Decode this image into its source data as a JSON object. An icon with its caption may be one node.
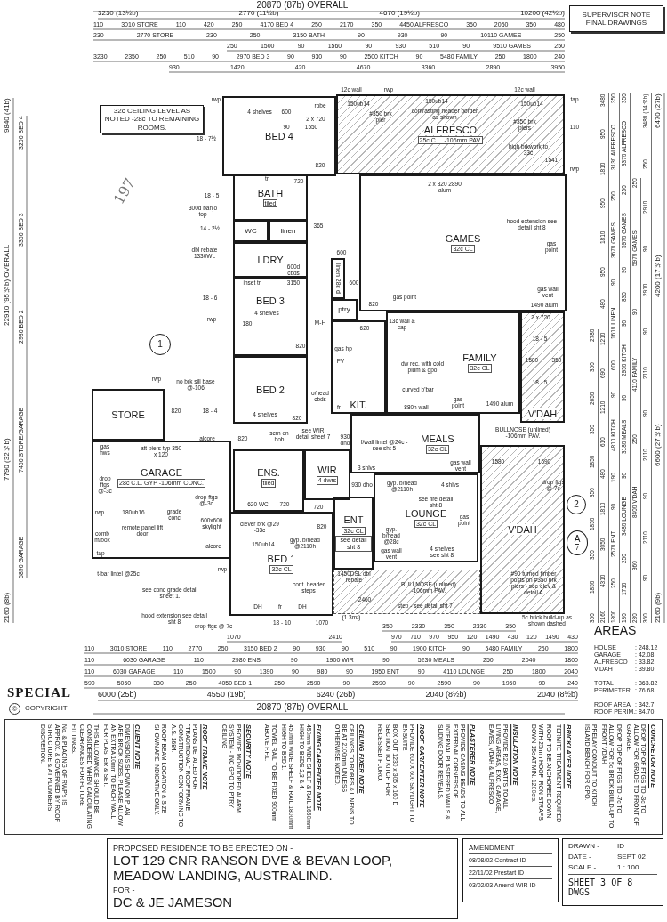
{
  "diagram": {
    "nodes": [
      {
        "text": [
          "SUPERVISOR NOTE FINAL DRAWINGS"
        ]
      },
      {
        "text": [
          "32c CEILING LEVEL AS NOTED -28c TO REMAINING ROOMS."
        ]
      },
      {
        "text": [
          "BED 4"
        ]
      },
      {
        "text": [
          "ALFRESCO",
          "25c C.L. -106mm PAV."
        ]
      },
      {
        "text": [
          "BATH",
          "tiled"
        ]
      },
      {
        "text": [
          "WC"
        ]
      },
      {
        "text": [
          "linen"
        ]
      },
      {
        "text": [
          "LDRY"
        ]
      },
      {
        "text": [
          "BED 3"
        ]
      },
      {
        "text": [
          "BED 2"
        ]
      },
      {
        "text": [
          "GAMES",
          "32c CL"
        ]
      },
      {
        "text": [
          "linen 28c d"
        ]
      },
      {
        "text": [
          "ptry"
        ]
      },
      {
        "text": [
          "KIT."
        ]
      },
      {
        "text": [
          "FAMILY",
          "32c CL"
        ]
      },
      {
        "text": [
          "V'DAH"
        ]
      },
      {
        "text": [
          "STORE"
        ]
      },
      {
        "text": [
          "GARAGE",
          "28c C.L. GYP -106mm CONC."
        ]
      },
      {
        "text": [
          "MEALS",
          "32c CL"
        ]
      },
      {
        "text": [
          "ENS.",
          "tiled"
        ]
      },
      {
        "text": [
          "WIR",
          "4 dwrs"
        ]
      },
      {
        "text": [
          "ENT",
          "32c CL",
          "see detail sht 8"
        ]
      },
      {
        "text": [
          "LOUNGE",
          "32c CL"
        ]
      },
      {
        "text": [
          "BED 1",
          "32c CL"
        ]
      },
      {
        "text": [
          "V'DAH"
        ]
      },
      {
        "text": [
          "1"
        ]
      },
      {
        "text": [
          "2"
        ]
      },
      {
        "text": [
          "A",
          "7"
        ]
      },
      {
        "text": [],
        "shape": "box"
      },
      {
        "text": [
          "CONCRETOR NOTE",
          "DROP TOP OF FTGS TO -3c TO ALLOW FOR GRADE TO FRONT OF GARAGE.",
          "DROP TOP OF FTGS TO -7c TO ALLOW FOR 5c BRICK BUILD-UP TO FRONT VDAH",
          "PRELAY CONDUIT TO KITCH ISLAND BENCH FOR GPO."
        ],
        "in": 28
      },
      {
        "text": [
          "BRICKLAYER NOTE",
          "TERMITE TREATMENT REQUIRED",
          "ROOF TO BE ANCHORED DOWN WITH 25mm HOOP IRON STRAPS DOWN 15c AT MIN. 1200cts."
        ],
        "in": 28
      },
      {
        "text": [
          "INSULATION NOTE",
          "PROVIDE R2.0 BATTS TO ALL LIVING AREAS, EXC. GARAGE, EAVES, VDAH & ALFRESCO."
        ],
        "in": 28
      },
      {
        "text": [
          "PLASTERER NOTE",
          "PROVIDE CASING BEADS TO ALL EXTERNAL CORNERS OF INTERNAL PLASTERED WALLS & SLIDING DOOR REVEALS."
        ],
        "in": 28
      },
      {
        "text": [
          "ROOF CARPENTER NOTE",
          "PROVIDE 600 X 600 SKYLIGHT TO ENSUITE",
          "BOX OUT 1230 x 305 x 160 D SECTION TO KITCH FOR RECESSED FLURO."
        ],
        "in": 28
      },
      {
        "text": [
          "CEILING FIXER NOTE",
          "CEILINGS TO ROBES & LINENS TO BE AT 2100mm UNLESS OTHERWISE NOTED."
        ],
        "in": 28
      },
      {
        "text": [
          "FIXING CARPENTER NOTE",
          "450mm WIDE SHELF & RAIL 1650mm HIGH TO BEDS 2,3 & 4.",
          "450mm WIDE SHELF & RAIL 1800mm HIGH TO BED 1.",
          "TOWEL RAIL TO BE FIXED 900mm ABOVE F.F.L."
        ],
        "in": 28
      },
      {
        "text": [
          "SECURITY NOTE",
          "PROVIDE MONITORED ALARM SYSTEM - INC GPO TO PTRY CEILING"
        ],
        "in": 28
      },
      {
        "text": [
          "ROOF FRAME NOTE",
          "PLANS DETAILED FOR \"TRADITIONAL\" ROOF FRAME CONSTRUCTION CONFORMING TO A.S. 1684.",
          "ROOF BEAM LOCATION & SIZE SHOWN ARE INDICATIVE ONLY."
        ],
        "in": 28
      },
      {
        "text": [
          "CLIENT NOTE",
          "DIMENSIONS SHOWN ON PLAN ARE BRICK SIZES. PLEASE ALLOW AN EXTRA 10mm TO EACH WALL FOR PLASTER & SET.",
          "THIS ALLOWANCE SHOULD BE CONSIDERED WHEN CALCULATING CLEARANCES FOR FUTURE FITTINGS.",
          "No. & PLACING OF RWP's IS APPROX. & GOVERNED BY ROOF STRUCTURE & AT PLUMBERS DISCRETION."
        ],
        "in": 28
      },
      {
        "text": [
          "PROPOSED RESIDENCE TO BE ERECTED ON -",
          "LOT 129 CNR RANSON DVE & BEVAN LOOP, MEADOW LANDING, AUSTRALIND.",
          "FOR -",
          "DC & JE JAMESON"
        ]
      },
      {
        "text": [
          "AMENDMENT",
          "08/08/02 Contract ID",
          "22/11/02 Prestart ID",
          "03/02/03 Amend WIR ID"
        ]
      },
      {
        "text": [
          "DRAWN -",
          "ID",
          "DATE -",
          "SEPT 02",
          "SCALE -",
          "1 : 100",
          "SHEET 3 OF 8 DWGS"
        ]
      }
    ],
    "labels": [
      "20870 (87b) OVERALL",
      "3230 (13½b)",
      "2770 (11½b)",
      "4670 (19½b)",
      "10200 (42½b)",
      "110",
      "3010 STORE",
      "110",
      "420",
      "250",
      "4170 BED 4",
      "250",
      "2170",
      "350",
      "4450 ALFRESCO",
      "350",
      "2050",
      "350",
      "480",
      "230",
      "2770 STORE",
      "230",
      "250",
      "3150 BATH",
      "90",
      "930",
      "90",
      "10110 GAMES",
      "250",
      "250",
      "1500",
      "90",
      "1560",
      "90",
      "930",
      "510",
      "90",
      "9510 GAMES",
      "250",
      "3230",
      "2350",
      "250",
      "510",
      "90",
      "2970 BED 3",
      "90",
      "930",
      "90",
      "2500 KITCH",
      "90",
      "5480 FAMILY",
      "250",
      "1800",
      "240",
      "930",
      "1420",
      "420",
      "4670",
      "3360",
      "2890",
      "3950",
      "2160 (8b)",
      "7790 (32½b)",
      "22910 (95½b) OVERALL",
      "9840 (41b)",
      "5890 GARAGE",
      "7460 STORE/GARAGE",
      "2980 BED 2",
      "3360 BED 3",
      "3200 BED 4",
      "350",
      "1850",
      "350",
      "1850",
      "350",
      "1850",
      "350",
      "2650",
      "350",
      "2780",
      "2160",
      "4310",
      "3050",
      "1810",
      "480",
      "610",
      "1210",
      "690",
      "1210",
      "480",
      "950",
      "1810",
      "950",
      "1810",
      "950",
      "3480",
      "1800",
      "250",
      "2570 ENT",
      "90",
      "190",
      "4810 KITCH",
      "90",
      "600",
      "1610 LINEN",
      "90",
      "3670 GAMES",
      "250",
      "3130 ALFRESCO",
      "350",
      "130",
      "1710",
      "250",
      "3480 LOUNGE",
      "90",
      "3180 MEALS",
      "90",
      "2950 KITCH",
      "90",
      "830",
      "90",
      "5970 GAMES",
      "250",
      "3370 ALFRESCO",
      "350",
      "230",
      "360",
      "8400 V'DAH",
      "250",
      "4110 FAMILY",
      "90",
      "5970 GAMES",
      "250",
      "360",
      "90",
      "2110",
      "90",
      "2110",
      "90",
      "2110",
      "90",
      "2910",
      "90",
      "2910",
      "250",
      "3480 (14½b)",
      "2160 (9b)",
      "6600 (27½b)",
      "4200 (17½b)",
      "6470 (27b)",
      "12c wall",
      "rwp",
      "12c wall",
      "rwp",
      "150ub14",
      "#350 brk pier",
      "150ub14",
      "contrasting header border as shown",
      "150ub14",
      "#350 brk piers",
      "high brkwork to 33c",
      "1541",
      "tap",
      "110",
      "rwp",
      "4 shelves",
      "600",
      "robe",
      "2 x 720",
      "90",
      "1550",
      "18 - 7½",
      "820",
      "197",
      "tr",
      "720",
      "18 - 5",
      "300d banjo top",
      "14 - 2½",
      "365",
      "dbl rebate 1330WL",
      "600d cbds",
      "600",
      "inset tr.",
      "3150",
      "600",
      "18 - 6",
      "4 shelves",
      "180",
      "rwp",
      "M-H",
      "820",
      "o/head cbds",
      "4 shelves",
      "820",
      "rwp",
      "no brk sill base @-106",
      "820",
      "18 - 4",
      "820",
      "620",
      "13c wall & cap",
      "gas point",
      "2 x 820 2890 alum",
      "hood extension see detail sht 8",
      "gas point",
      "gas wall vent",
      "1490 alum",
      "gas hp",
      "FV",
      "fr",
      "dw rec. with cold plum & gpo",
      "curved b'bar",
      "880h wall",
      "gas point",
      "1490 alum",
      "2 x 720",
      "18 - 5",
      "1580",
      "350",
      "18 - 5",
      "BULLNOSE (unlined) -106mm PAV.",
      "gas hws",
      "att piers typ 350 x 120",
      "drop ftgs @-3c",
      "600x600 skylight",
      "drop ftgs @-3c",
      "180ub16",
      "grade conc",
      "remote panel lift door",
      "rwp",
      "comb m/box",
      "tap",
      "alcore",
      "t-bar lintel @25c",
      "see conc grade detail sheet 1.",
      "hood extension see detail sht 8",
      "drop ftgs @-7c",
      "rwp",
      "alcore",
      "820",
      "scrn on hob",
      "see WIR detail sheet 7",
      "930 dho",
      "f/wall lintel @24c -see sht 5",
      "gas wall vent",
      "3 shlvs",
      "930 dho",
      "620 WC",
      "720",
      "720",
      "clever brk @29 -33c",
      "820",
      "150ub14",
      "gyp. b/head @2110h",
      "cont. header steps",
      "DH",
      "fr",
      "DH",
      "18 - 10",
      "1070",
      "gyp. b/head @2110h",
      "4 shlvs",
      "see fire detail sht 8",
      "gas point",
      "gyp. b/head @28c",
      "gas wall vent",
      "4 shelves see sht 8",
      "1450DSL dbl rebate",
      "BULLNOSE (unlined) -106mm PAV.",
      "2460",
      "(1.3m²)",
      "step - see detail sht 7",
      "1580",
      "1690",
      "drop ftgs @-7c",
      "#90 turned timber posts on #350 brk piers - see elev & detail A",
      "5c brick build-up as shown dashed",
      "350",
      "2330",
      "350",
      "2330",
      "350",
      "1070",
      "2410",
      "970",
      "710",
      "970",
      "950",
      "120",
      "1490",
      "430",
      "120",
      "1490",
      "430",
      "110",
      "3010 STORE",
      "110",
      "2770",
      "250",
      "3150 BED 2",
      "90",
      "930",
      "90",
      "510",
      "90",
      "1900 KITCH",
      "90",
      "5480 FAMILY",
      "250",
      "1800",
      "110",
      "6030 GARAGE",
      "110",
      "2980 ENS.",
      "90",
      "1900 WIR",
      "90",
      "5230 MEALS",
      "250",
      "2040",
      "1800",
      "110",
      "6030 GARAGE",
      "110",
      "1500",
      "90",
      "1390",
      "90",
      "980",
      "90",
      "1950 ENT",
      "90",
      "4110 LOUNGE",
      "250",
      "1800",
      "2040",
      "590",
      "5050",
      "380",
      "250",
      "4050 BED 1",
      "250",
      "2590",
      "90",
      "2590",
      "90",
      "2590",
      "90",
      "1950",
      "90",
      "240",
      "6000 (25b)",
      "4550 (19b)",
      "6240 (26b)",
      "2040 (8½b)",
      "2040 (8½b)",
      "20870 (87b) OVERALL",
      "SPECIAL",
      "©",
      "COPYRIGHT",
      "AREAS",
      "HOUSE",
      ": 248.12",
      "GARAGE",
      ": 42.08",
      "ALFRESCO",
      ": 33.82",
      "V'DAH",
      ": 39.80",
      "TOTAL",
      ": 363.82",
      "PERIMETER",
      ": 76.68",
      "ROOF AREA",
      ": 342.7",
      "ROOF PERIM.",
      ": 84.70"
    ]
  }
}
